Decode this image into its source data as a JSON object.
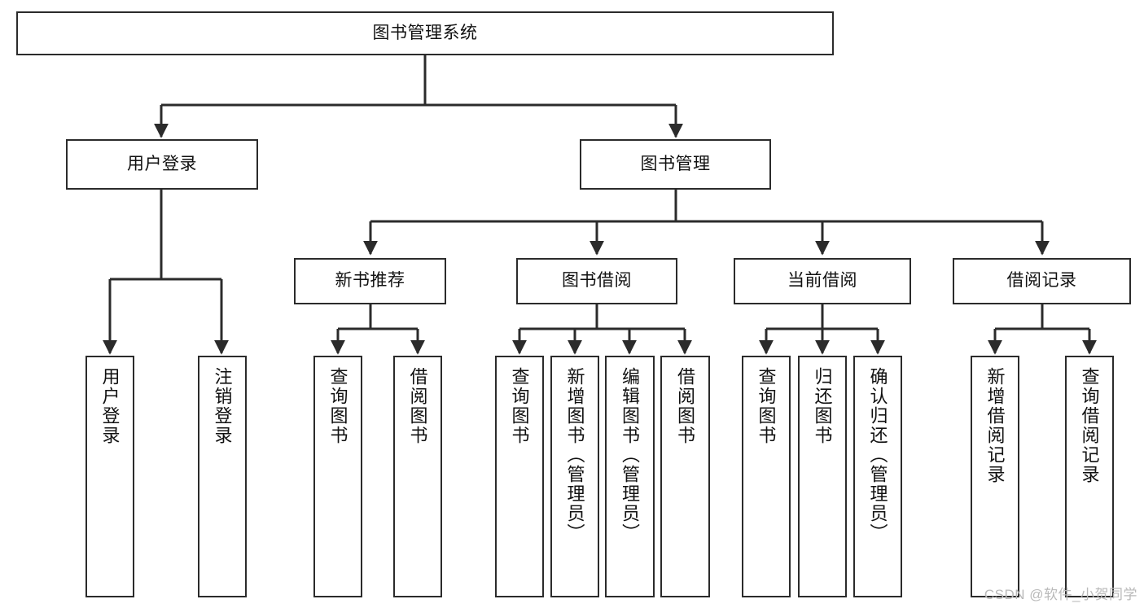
{
  "diagram": {
    "title": "图书管理系统",
    "type": "tree-hierarchy-chart",
    "watermark": "CSDN @软件_小贺同学",
    "colors": {
      "box_border": "#2b2b2b",
      "box_fill": "#ffffff",
      "connector": "#2b2b2b",
      "text": "#111111",
      "watermark": "#b9b9b9",
      "background": "#ffffff"
    },
    "nodes": {
      "root": {
        "label": "图书管理系统"
      },
      "level2": [
        {
          "label": "用户登录"
        },
        {
          "label": "图书管理"
        }
      ],
      "level3": [
        {
          "label": "新书推荐"
        },
        {
          "label": "图书借阅"
        },
        {
          "label": "当前借阅"
        },
        {
          "label": "借阅记录"
        }
      ],
      "leaves_user_login": [
        {
          "label": "用户登录"
        },
        {
          "label": "注销登录"
        }
      ],
      "leaves_new_book": [
        {
          "label": "查询图书"
        },
        {
          "label": "借阅图书"
        }
      ],
      "leaves_borrow": [
        {
          "label": "查询图书"
        },
        {
          "label": "新增图书（管理员）"
        },
        {
          "label": "编辑图书（管理员）"
        },
        {
          "label": "借阅图书"
        }
      ],
      "leaves_current": [
        {
          "label": "查询图书"
        },
        {
          "label": "归还图书"
        },
        {
          "label": "确认归还（管理员）"
        }
      ],
      "leaves_records": [
        {
          "label": "新增借阅记录"
        },
        {
          "label": "查询借阅记录"
        }
      ]
    }
  }
}
